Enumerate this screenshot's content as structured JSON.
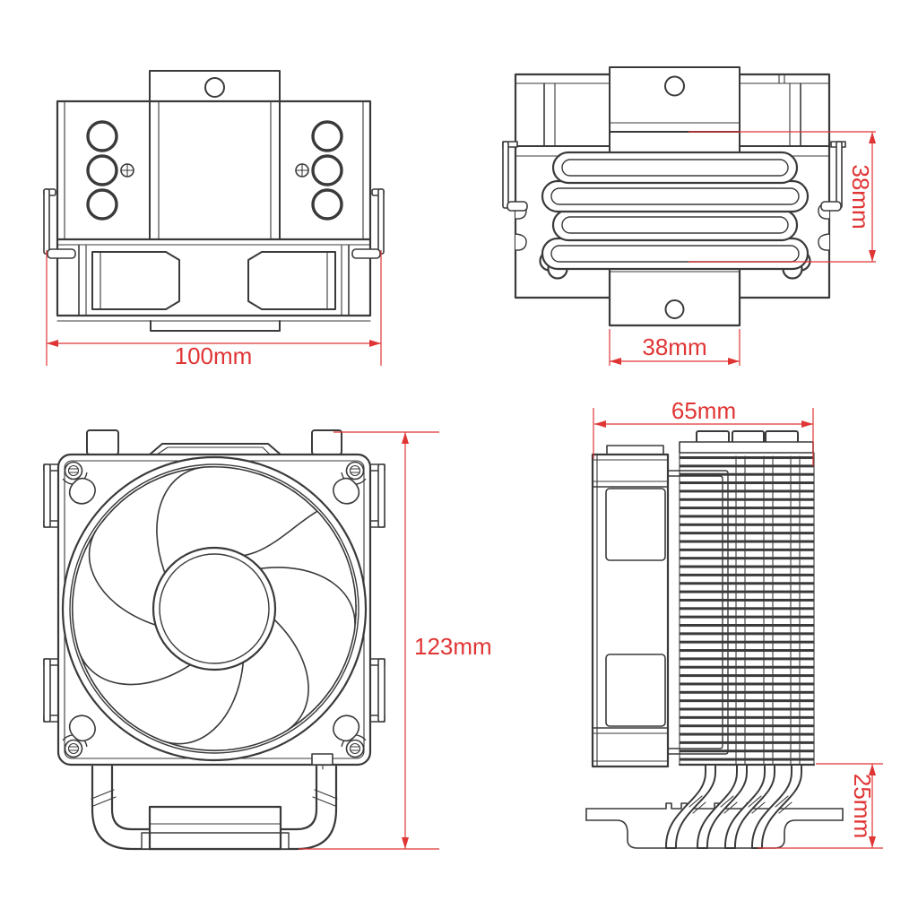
{
  "colors": {
    "line_color": "#3a3a3a",
    "dimension_color": "#e03535",
    "background": "#ffffff"
  },
  "views": {
    "top_view": {
      "dimensions": {
        "overall_width": "100mm"
      }
    },
    "bottom_view": {
      "dimensions": {
        "heatpipe_stack_height": "38mm",
        "bracket_width": "38mm"
      }
    },
    "front_view": {
      "dimensions": {
        "overall_height": "123mm"
      }
    },
    "side_view": {
      "dimensions": {
        "overall_depth": "65mm",
        "base_to_fin_offset": "25mm"
      }
    }
  }
}
